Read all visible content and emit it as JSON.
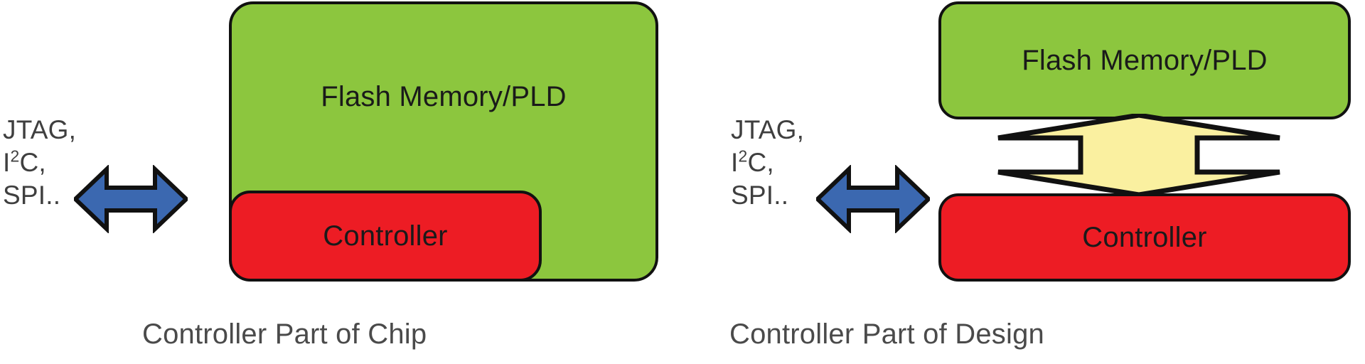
{
  "diagram": {
    "title_hidden": "",
    "colors": {
      "green": "#8cc63e",
      "red": "#ed1c24",
      "blue": "#3b68b0",
      "yellow": "#faf0a0",
      "outline": "#111111",
      "text": "#3f3f3f",
      "background": "#ffffff"
    },
    "panels": [
      {
        "id": "left",
        "caption": "Controller Part of Chip",
        "bus_label": {
          "line1": "JTAG,",
          "line2_pre": "I",
          "line2_sup": "2",
          "line2_post": "C,",
          "line3": "SPI.."
        },
        "bus_arrow": {
          "name": "bidirectional-horizontal-arrow",
          "color": "#3b68b0"
        },
        "blocks": [
          {
            "id": "flash",
            "label": "Flash Memory/PLD",
            "color": "#8cc63e"
          },
          {
            "id": "controller",
            "label": "Controller",
            "color": "#ed1c24"
          }
        ],
        "internal_arrow": null
      },
      {
        "id": "right",
        "caption": "Controller Part of Design",
        "bus_label": {
          "line1": "JTAG,",
          "line2_pre": "I",
          "line2_sup": "2",
          "line2_post": "C,",
          "line3": "SPI.."
        },
        "bus_arrow": {
          "name": "bidirectional-horizontal-arrow",
          "color": "#3b68b0"
        },
        "blocks": [
          {
            "id": "flash",
            "label": "Flash Memory/PLD",
            "color": "#8cc63e"
          },
          {
            "id": "controller",
            "label": "Controller",
            "color": "#ed1c24"
          }
        ],
        "internal_arrow": {
          "name": "bidirectional-vertical-arrow",
          "color": "#faf0a0"
        }
      }
    ]
  }
}
